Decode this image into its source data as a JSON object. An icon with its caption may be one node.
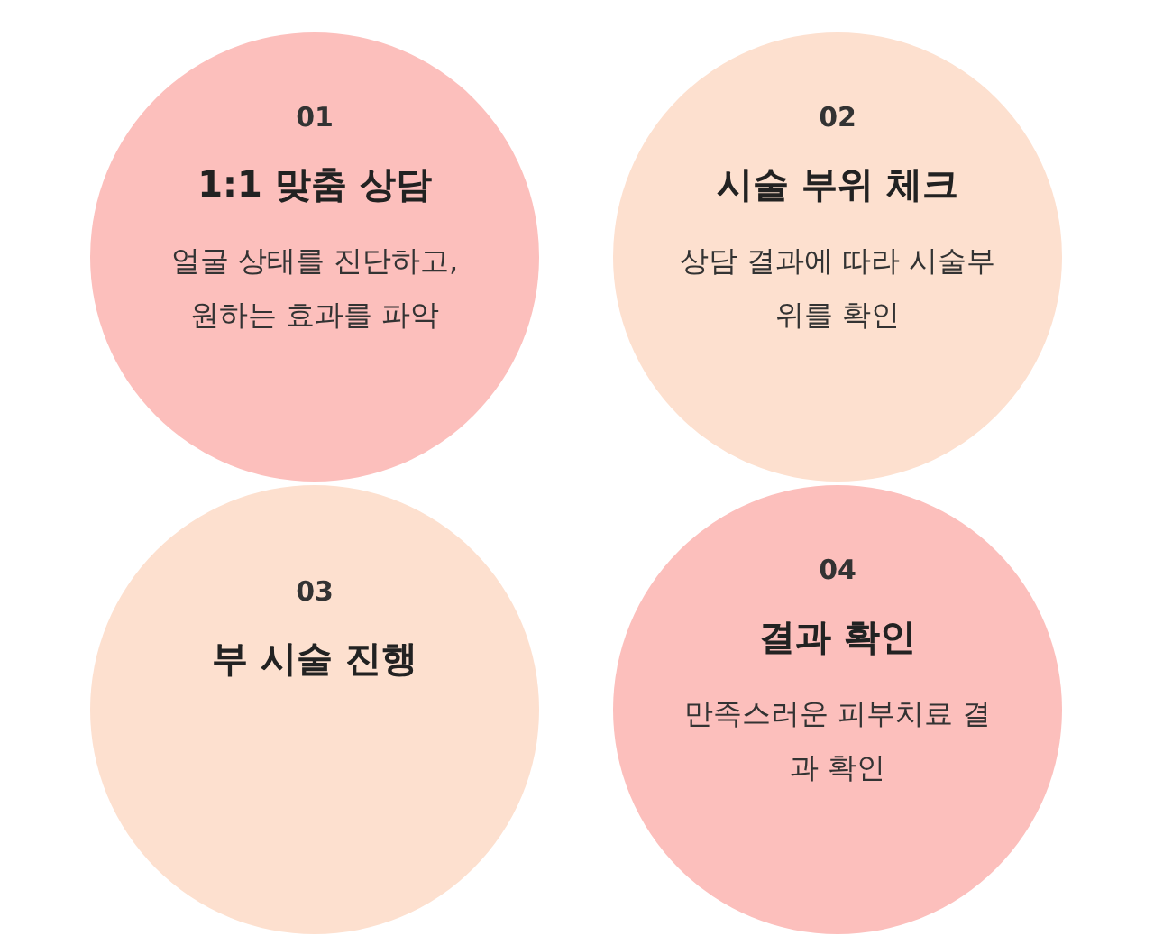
{
  "diagram": {
    "nodes": [
      {
        "text": [
          "01",
          "1:1 맞춤 상담",
          "얼굴 상태를 진단하고, 원하는 효과를 파악"
        ]
      },
      {
        "text": [
          "02",
          "시술 부위 체크",
          "상담 결과에 따라 시술부위를 확인"
        ]
      },
      {
        "text": [
          "03",
          "부 시술 진행"
        ]
      },
      {
        "text": [
          "04",
          "결과 확인",
          "만족스러운 피부치료 결과 확인"
        ]
      }
    ]
  }
}
